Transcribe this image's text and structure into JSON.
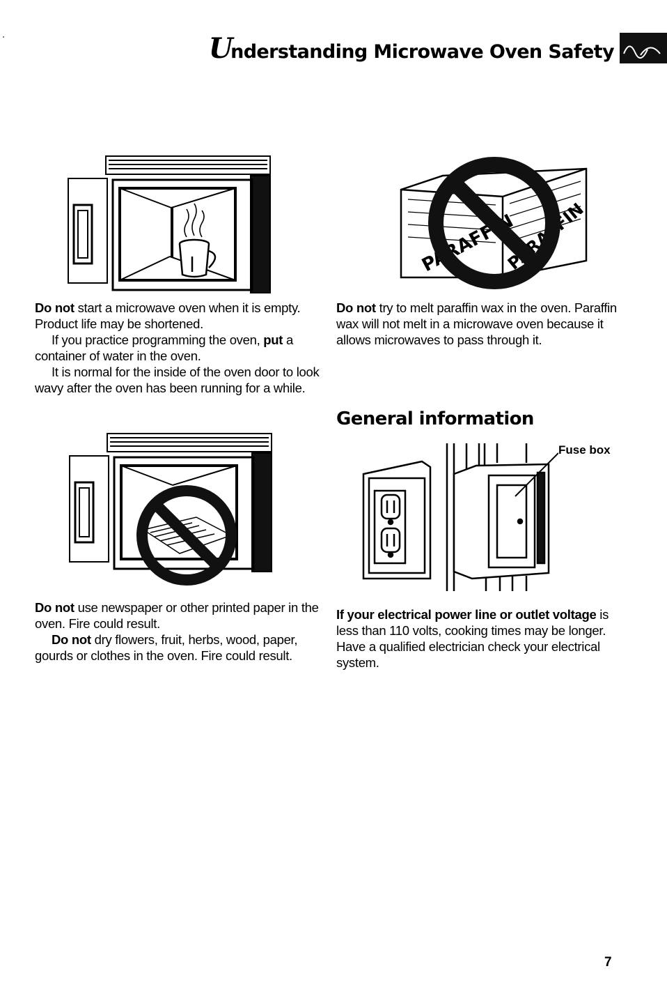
{
  "header": {
    "title_initial": "U",
    "title_rest": "nderstanding Microwave Oven Safety"
  },
  "sections": {
    "empty_oven": {
      "p1_bold": "Do not",
      "p1_text": " start a microwave oven when it is empty. Product life may be shortened.",
      "p2_text_a": "If you practice programming the oven, ",
      "p2_bold": "put",
      "p2_text_b": " a container of water in the oven.",
      "p3_text": "It is normal for the inside of the oven door to look wavy after the oven has been running for a while."
    },
    "paraffin": {
      "p1_bold": "Do not",
      "p1_text": " try to melt paraffin wax in the oven. Paraffin wax will not melt in a microwave oven because it allows microwaves to pass through it.",
      "box_label_front": "PARAFFIN",
      "box_label_side": "PARAFFIN"
    },
    "newspaper": {
      "p1_bold": "Do not",
      "p1_text": " use newspaper or other printed paper in the oven. Fire could result.",
      "p2_bold": "Do not",
      "p2_text": " dry flowers, fruit, herbs, wood, paper, gourds or clothes in the oven. Fire could result."
    },
    "general": {
      "heading": "General information",
      "fuse_box_label": "Fuse box",
      "p1_bold": "If your electrical power line or outlet voltage",
      "p1_text": " is less than 110 volts, cooking times may be longer. Have a qualified electrician check your electrical system."
    }
  },
  "footer": {
    "page_number": "7"
  }
}
